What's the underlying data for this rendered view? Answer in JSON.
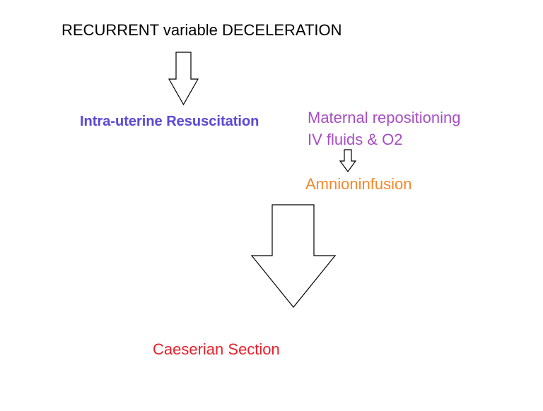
{
  "diagram": {
    "title": "RECURRENT variable DECELERATION",
    "resuscitation": "Intra-uterine Resuscitation",
    "interventions": {
      "line1": "Maternal repositioning",
      "line2": "IV fluids & O2"
    },
    "amnioinfusion": "Amnioninfusion",
    "outcome": "Caeserian Section"
  },
  "colors": {
    "title": "#000000",
    "resuscitation": "#5b4bd6",
    "interventions": "#a64fc2",
    "amnioinfusion": "#f5882a",
    "outcome": "#e8202a",
    "arrow_stroke": "#000000",
    "arrow_fill": "#ffffff"
  },
  "icons": [
    "down-arrow-icon"
  ]
}
